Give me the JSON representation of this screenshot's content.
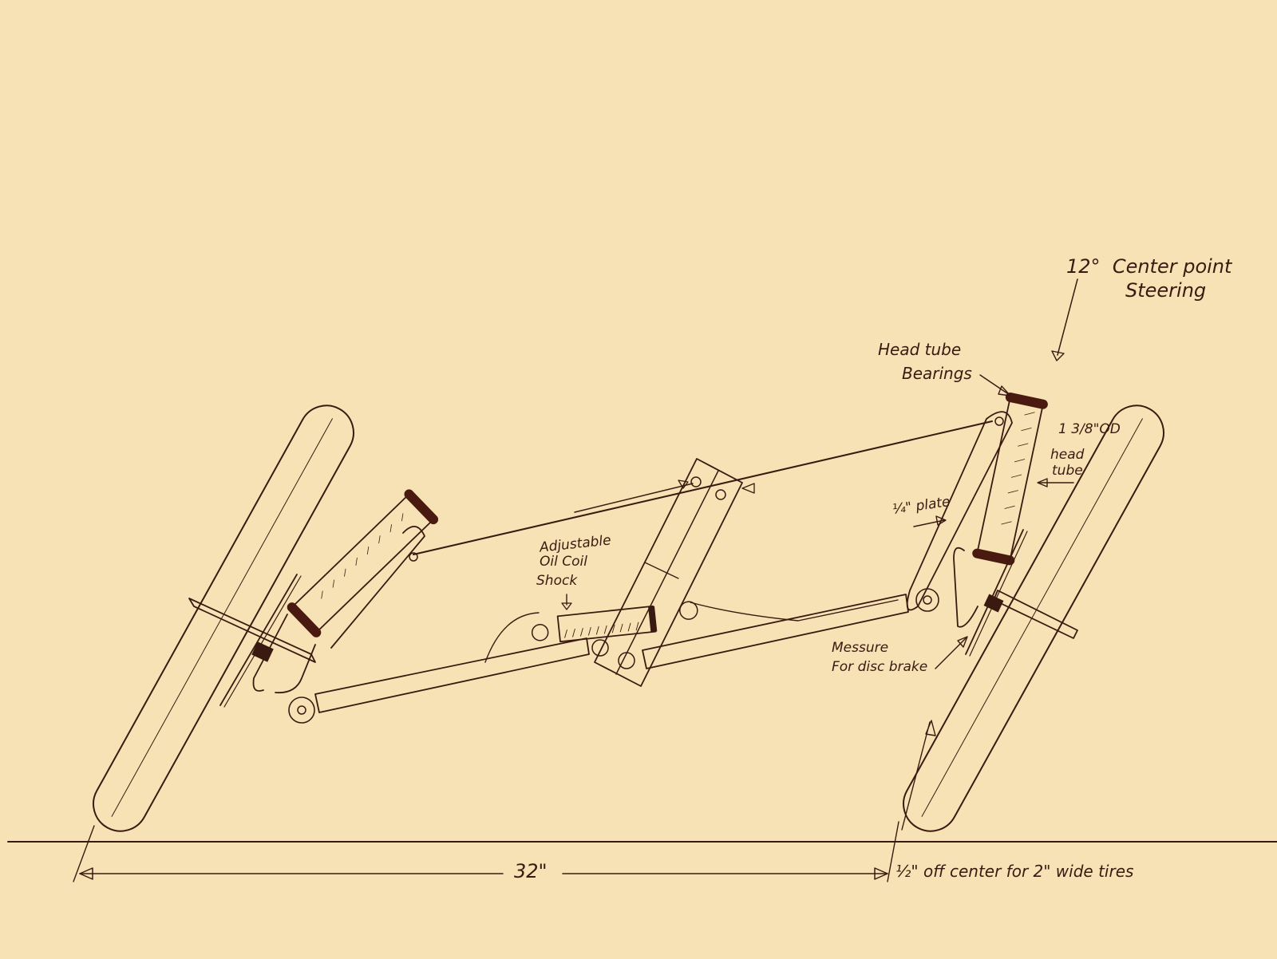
{
  "diagram": {
    "subject": "Trike front suspension and steering sketch",
    "background_color": "#f6e2b4",
    "ink_color": "#3a1a10",
    "annotations": {
      "steering": {
        "angle": "12°",
        "line1": "Center point",
        "line2": "Steering"
      },
      "bearings": {
        "line1": "Head tube",
        "line2": "Bearings"
      },
      "head_tube": {
        "whole": "1",
        "fraction": "3/8",
        "unit": "\"",
        "suffix": "OD",
        "line2": "head",
        "line3": "tube"
      },
      "plate": {
        "text": "¼\" plate"
      },
      "shock": {
        "line1": "Adjustable",
        "line2": "Oil Coil",
        "line3": "Shock"
      },
      "brake": {
        "line1": "Messure",
        "line2": "For disc brake"
      },
      "width_dim": {
        "text": "32\""
      },
      "offset": {
        "text": "½\" off center for 2\" wide tires"
      }
    },
    "components": [
      "left-wheel",
      "right-wheel",
      "left-head-tube",
      "right-head-tube",
      "upper-tie-rod",
      "lower-control-arm",
      "center-pivot-plate",
      "oil-coil-shock",
      "ground-line",
      "dimension-line"
    ]
  }
}
